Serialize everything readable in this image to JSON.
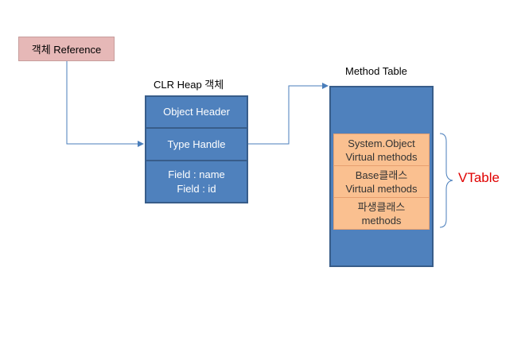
{
  "reference": {
    "label": "객체 Reference"
  },
  "heap": {
    "title": "CLR Heap 객체",
    "object_header": "Object Header",
    "type_handle": "Type Handle",
    "field_name": "Field : name",
    "field_id": "Field : id"
  },
  "method_table": {
    "title": "Method Table",
    "system_object_line1": "System.Object",
    "system_object_line2": "Virtual methods",
    "base_line1": "Base클래스",
    "base_line2": "Virtual methods",
    "derived_line1": "파생클래스",
    "derived_line2": "methods"
  },
  "vtable_label": "VTable",
  "colors": {
    "reference_box": "#e6b8b7",
    "heap_fill": "#4f81bd",
    "method_fill": "#fac090",
    "arrow": "#4a7ebb",
    "vtable_text": "#e00000"
  }
}
